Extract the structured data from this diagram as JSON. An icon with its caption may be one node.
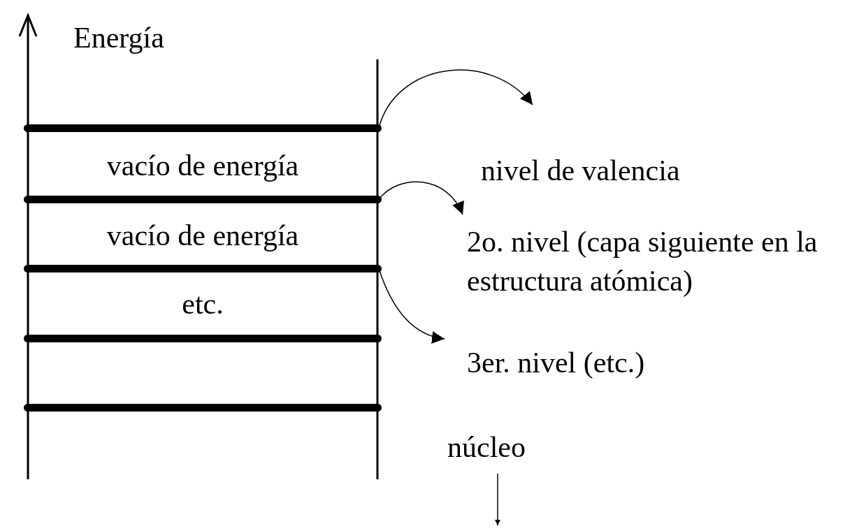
{
  "diagram": {
    "nodes": [
      {
        "text": [],
        "shape": "bar"
      },
      {
        "text": [],
        "shape": "bar"
      },
      {
        "text": [],
        "shape": "bar"
      },
      {
        "text": [],
        "shape": "bar"
      },
      {
        "text": [],
        "shape": "bar"
      },
      {
        "text": [
          "vacío de energía"
        ]
      },
      {
        "text": [
          "vacío de energía"
        ]
      },
      {
        "text": [
          "etc."
        ]
      },
      {
        "text": [
          "nivel de valencia"
        ]
      },
      {
        "text": [
          "2o. nivel (capa siguiente en la estructura atómica)"
        ]
      },
      {
        "text": [
          "3er. nivel (etc.)"
        ]
      },
      {
        "text": [
          "núcleo"
        ]
      }
    ],
    "edges": [
      {
        "from": 0,
        "to": 8,
        "arrow": "to"
      },
      {
        "from": 1,
        "to": 9,
        "arrow": "to"
      },
      {
        "from": 2,
        "to": 10,
        "arrow": "to"
      },
      {
        "from": 11,
        "to": null,
        "arrow": "to"
      }
    ],
    "labels": [
      "Energía"
    ]
  }
}
